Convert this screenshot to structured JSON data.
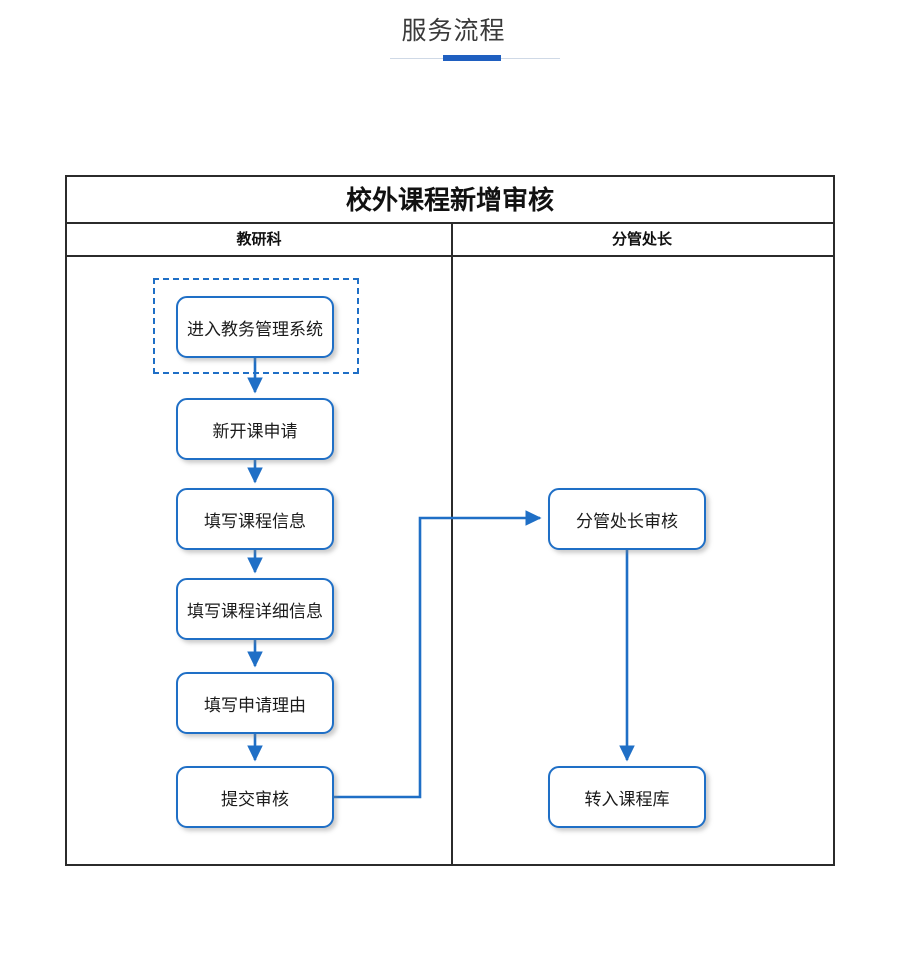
{
  "page": {
    "title": "服务流程",
    "accent_color": "#1f5fc0",
    "rule_color": "#cfd9e6",
    "background": "#ffffff"
  },
  "swimlane": {
    "title": "校外课程新增审核",
    "border_color": "#2b2b2b",
    "lanes": [
      {
        "id": "lane-left",
        "label": "教研科"
      },
      {
        "id": "lane-right",
        "label": "分管处长"
      }
    ]
  },
  "flow": {
    "node_border_color": "#1f6fc6",
    "node_fill_color": "#ffffff",
    "connector_color": "#1f6fc6",
    "group_border_style": "dashed",
    "nodes": [
      {
        "id": "enter-system",
        "lane": "lane-left",
        "label": "进入教务管理系统",
        "grouped": true
      },
      {
        "id": "new-course",
        "lane": "lane-left",
        "label": "新开课申请"
      },
      {
        "id": "course-info",
        "lane": "lane-left",
        "label": "填写课程信息"
      },
      {
        "id": "course-detail",
        "lane": "lane-left",
        "label": "填写课程详细信息"
      },
      {
        "id": "reason",
        "lane": "lane-left",
        "label": "填写申请理由"
      },
      {
        "id": "submit",
        "lane": "lane-left",
        "label": "提交审核"
      },
      {
        "id": "director-review",
        "lane": "lane-right",
        "label": "分管处长审核"
      },
      {
        "id": "course-library",
        "lane": "lane-right",
        "label": "转入课程库"
      }
    ],
    "connectors": [
      {
        "from": "enter-system",
        "to": "new-course",
        "arrow": true
      },
      {
        "from": "new-course",
        "to": "course-info",
        "arrow": true
      },
      {
        "from": "course-info",
        "to": "course-detail",
        "arrow": true
      },
      {
        "from": "course-detail",
        "to": "reason",
        "arrow": true
      },
      {
        "from": "reason",
        "to": "submit",
        "arrow": true
      },
      {
        "from": "submit",
        "to": "director-review",
        "arrow": true
      },
      {
        "from": "director-review",
        "to": "course-library",
        "arrow": true
      }
    ]
  }
}
